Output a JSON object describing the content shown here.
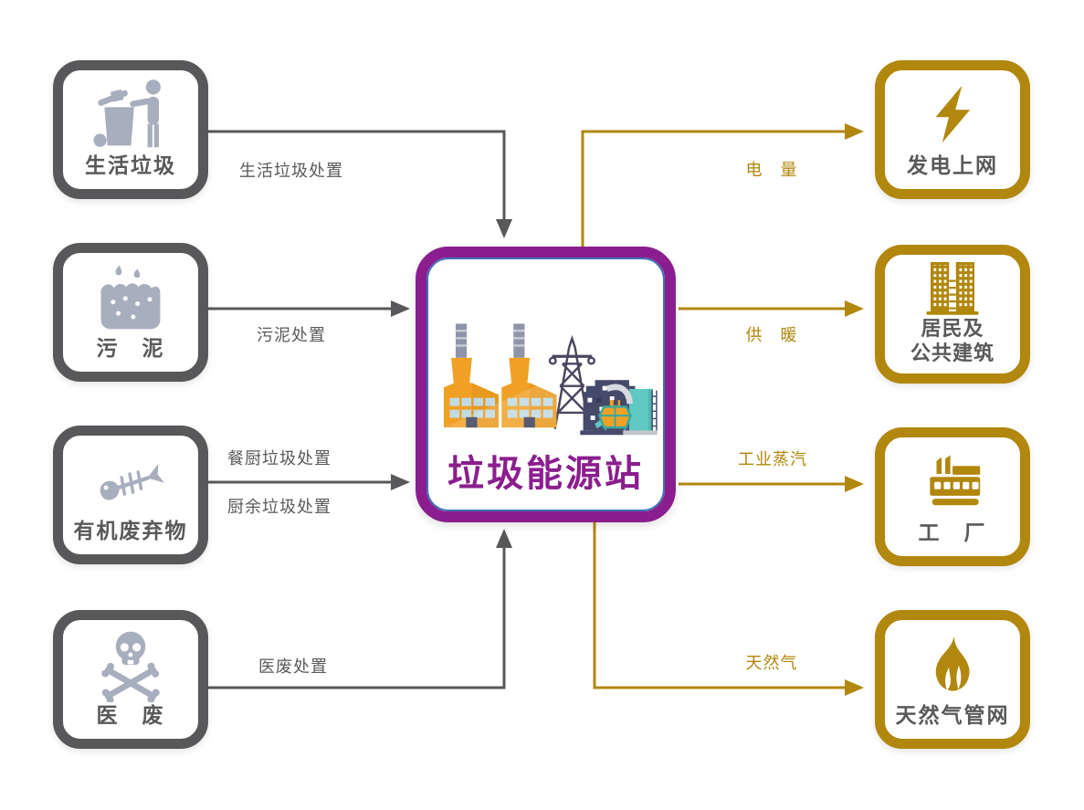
{
  "colors": {
    "input_border_gray": "#58585B",
    "input_icon_gray": "#A7AEBD",
    "label_text_gray": "#5A5858",
    "output_gold": "#B1870D",
    "center_purple": "#8B1E8E",
    "center_inner_line_blue": "#3E6FB5"
  },
  "center_node": {
    "label": "垃圾能源站",
    "icon": "waste-to-energy-plant-illustration"
  },
  "input_nodes": [
    {
      "label": "生活垃圾",
      "icon": "trash-bin-and-person-icon"
    },
    {
      "label": "污　泥",
      "icon": "sludge-icon"
    },
    {
      "label": "有机废弃物",
      "icon": "fish-bone-icon"
    },
    {
      "label": "医　废",
      "icon": "skull-crossbones-icon"
    }
  ],
  "output_nodes": [
    {
      "label": "发电上网",
      "icon": "lightning-bolt-icon"
    },
    {
      "label_line1": "居民及",
      "label_line2": "公共建筑",
      "icon": "buildings-icon"
    },
    {
      "label": "工　厂",
      "icon": "factory-icon"
    },
    {
      "label": "天然气管网",
      "icon": "flame-icon"
    }
  ],
  "flow_labels": {
    "input1": "生活垃圾处置",
    "input2": "污泥处置",
    "input3a": "餐厨垃圾处置",
    "input3b": "厨余垃圾处置",
    "input4": "医废处置",
    "output1": "电　量",
    "output2": "供　暖",
    "output3": "工业蒸汽",
    "output4": "天然气"
  }
}
